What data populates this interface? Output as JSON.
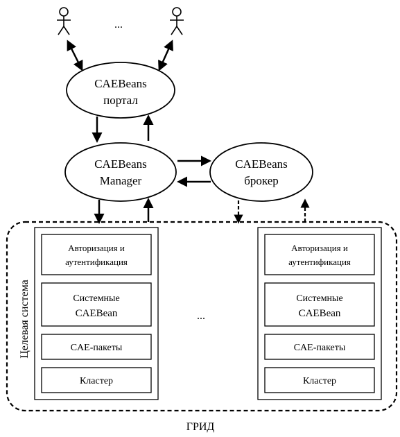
{
  "users": {
    "ellipsis": "..."
  },
  "portal": {
    "line1": "CAEBeans",
    "line2": "портал"
  },
  "manager": {
    "line1": "CAEBeans",
    "line2": "Manager"
  },
  "broker": {
    "line1": "CAEBeans",
    "line2": "брокер"
  },
  "target_system": {
    "label": "Целевая система",
    "boxes": [
      {
        "line1": "Авторизация и",
        "line2": "аутентификация"
      },
      {
        "line1": "Системные",
        "line2": "CAEBean"
      },
      {
        "line1": "CAE-пакеты",
        "line2": ""
      },
      {
        "line1": "Кластер",
        "line2": ""
      }
    ]
  },
  "middle_ellipsis": "...",
  "grid_label": "ГРИД",
  "icons": [
    "person-icon",
    "person-icon"
  ],
  "colors": {
    "stroke": "#000000",
    "background": "#ffffff"
  }
}
